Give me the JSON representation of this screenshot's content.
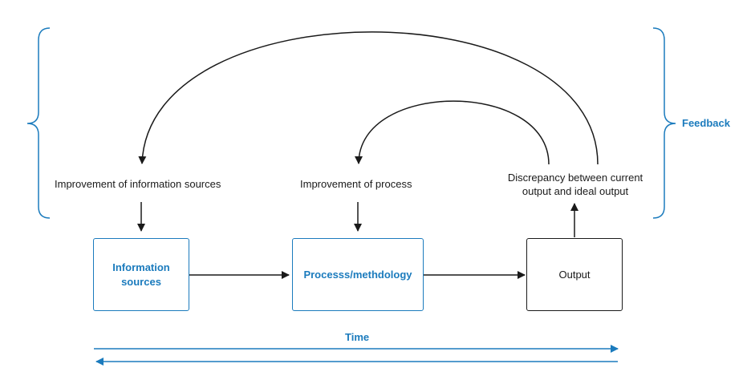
{
  "labels": {
    "improvement_info_sources": "Improvement of information sources",
    "improvement_process": "Improvement of process",
    "discrepancy_line1": "Discrepancy between current",
    "discrepancy_line2": "output and ideal output",
    "feedback": "Feedback",
    "time": "Time"
  },
  "boxes": {
    "info_sources_line1": "Information",
    "info_sources_line2": "sources",
    "process": "Processs/methdology",
    "output": "Output"
  },
  "colors": {
    "accent": "#1b7bbd",
    "stroke": "#1a1a1a"
  }
}
